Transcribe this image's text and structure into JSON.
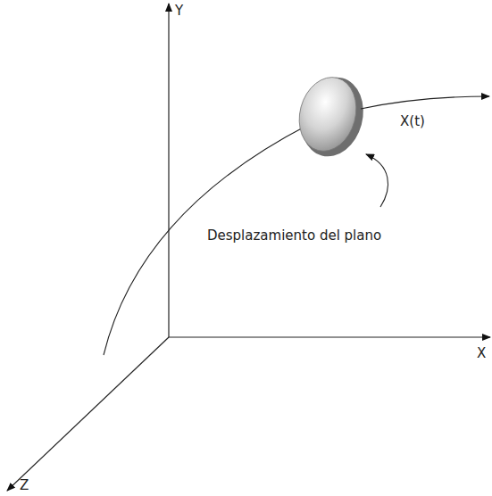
{
  "diagram": {
    "labels": [
      "Y",
      "X",
      "Z",
      "X(t)",
      "Desplazamiento del plano"
    ]
  }
}
